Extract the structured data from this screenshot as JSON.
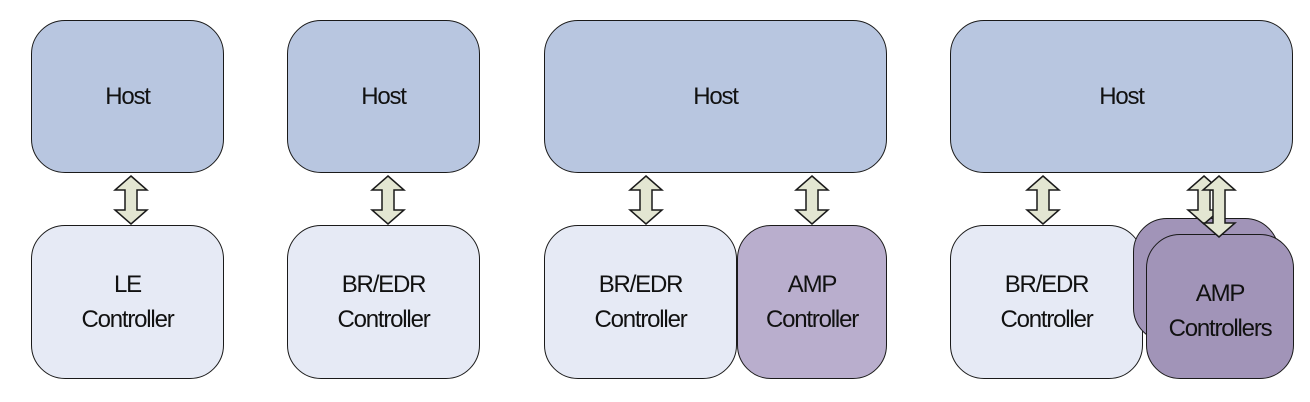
{
  "colors": {
    "host": "#b8c6e0",
    "controller": "#e6eaf5",
    "amp": "#b9aecd",
    "amp_multi": "#a194b8",
    "arrow_fill": "#e3e6d2",
    "stroke": "#1a1a1a"
  },
  "diagrams": [
    {
      "host": "Host",
      "controllers": [
        {
          "lines": [
            "LE",
            "Controller"
          ]
        }
      ]
    },
    {
      "host": "Host",
      "controllers": [
        {
          "lines": [
            "BR/EDR",
            "Controller"
          ]
        }
      ]
    },
    {
      "host": "Host",
      "controllers": [
        {
          "lines": [
            "BR/EDR",
            "Controller"
          ]
        },
        {
          "lines": [
            "AMP",
            "Controller"
          ]
        }
      ]
    },
    {
      "host": "Host",
      "controllers": [
        {
          "lines": [
            "BR/EDR",
            "Controller"
          ]
        },
        {
          "lines": [
            "AMP",
            "Controllers"
          ]
        }
      ]
    }
  ]
}
